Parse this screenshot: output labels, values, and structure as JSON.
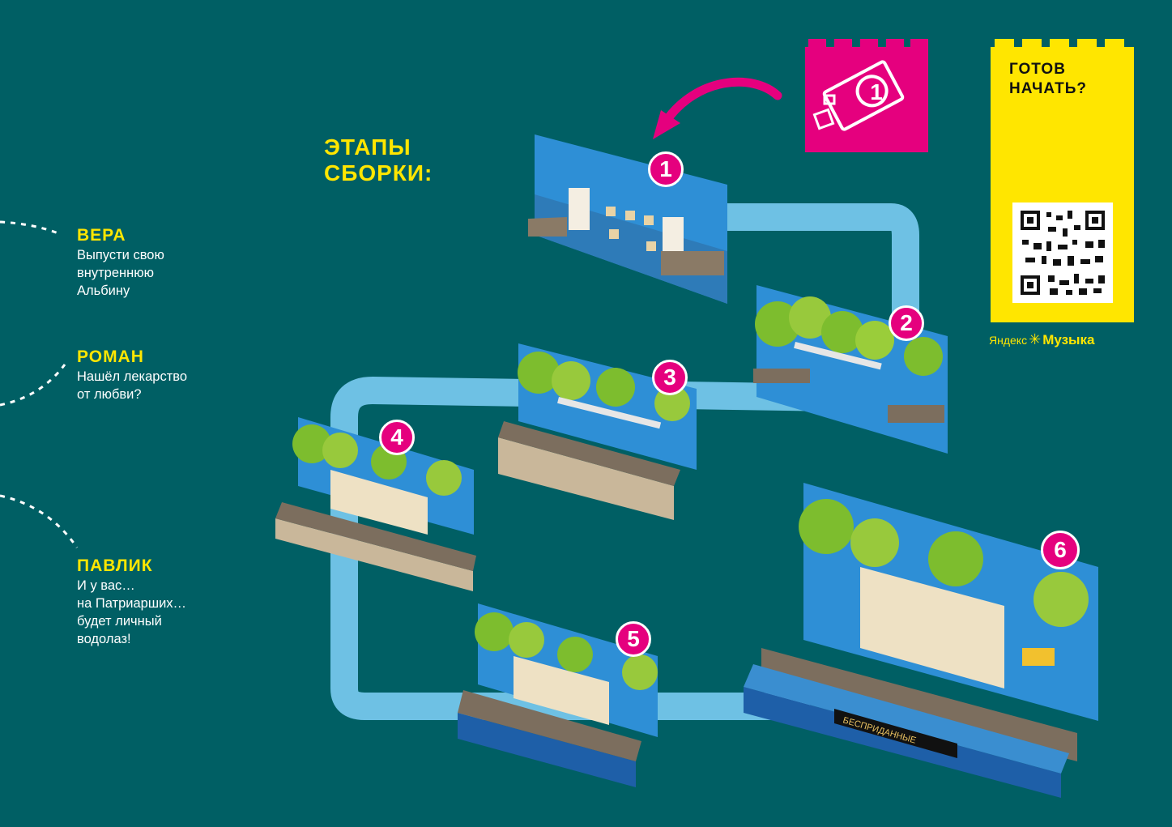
{
  "steps_title": {
    "line1": "ЭТАПЫ",
    "line2": "СБОРКИ:"
  },
  "characters": [
    {
      "name": "ВЕРА",
      "lines": [
        "Выпусти свою",
        "внутреннюю",
        "Альбину"
      ]
    },
    {
      "name": "РОМАН",
      "lines": [
        "Нашёл лекарство",
        "от любви?"
      ]
    },
    {
      "name": "ПАВЛИК",
      "lines": [
        "И у вас…",
        "на Патриарших…",
        "будет личный",
        "водолаз!"
      ]
    }
  ],
  "banner": {
    "line1": "ГОТОВ",
    "line2": "НАЧАТЬ?"
  },
  "brand": {
    "prefix": "Яндекс",
    "name": "Музыка"
  },
  "packet_number": "1",
  "steps": [
    "1",
    "2",
    "3",
    "4",
    "5",
    "6"
  ],
  "sign_text": "БЕСПРИДАННЫЕ",
  "colors": {
    "background": "#005F64",
    "accent_yellow": "#FFE600",
    "accent_pink": "#E5007E",
    "path_blue": "#6EC1E4",
    "baseplate_blue": "#2E8FD6"
  }
}
